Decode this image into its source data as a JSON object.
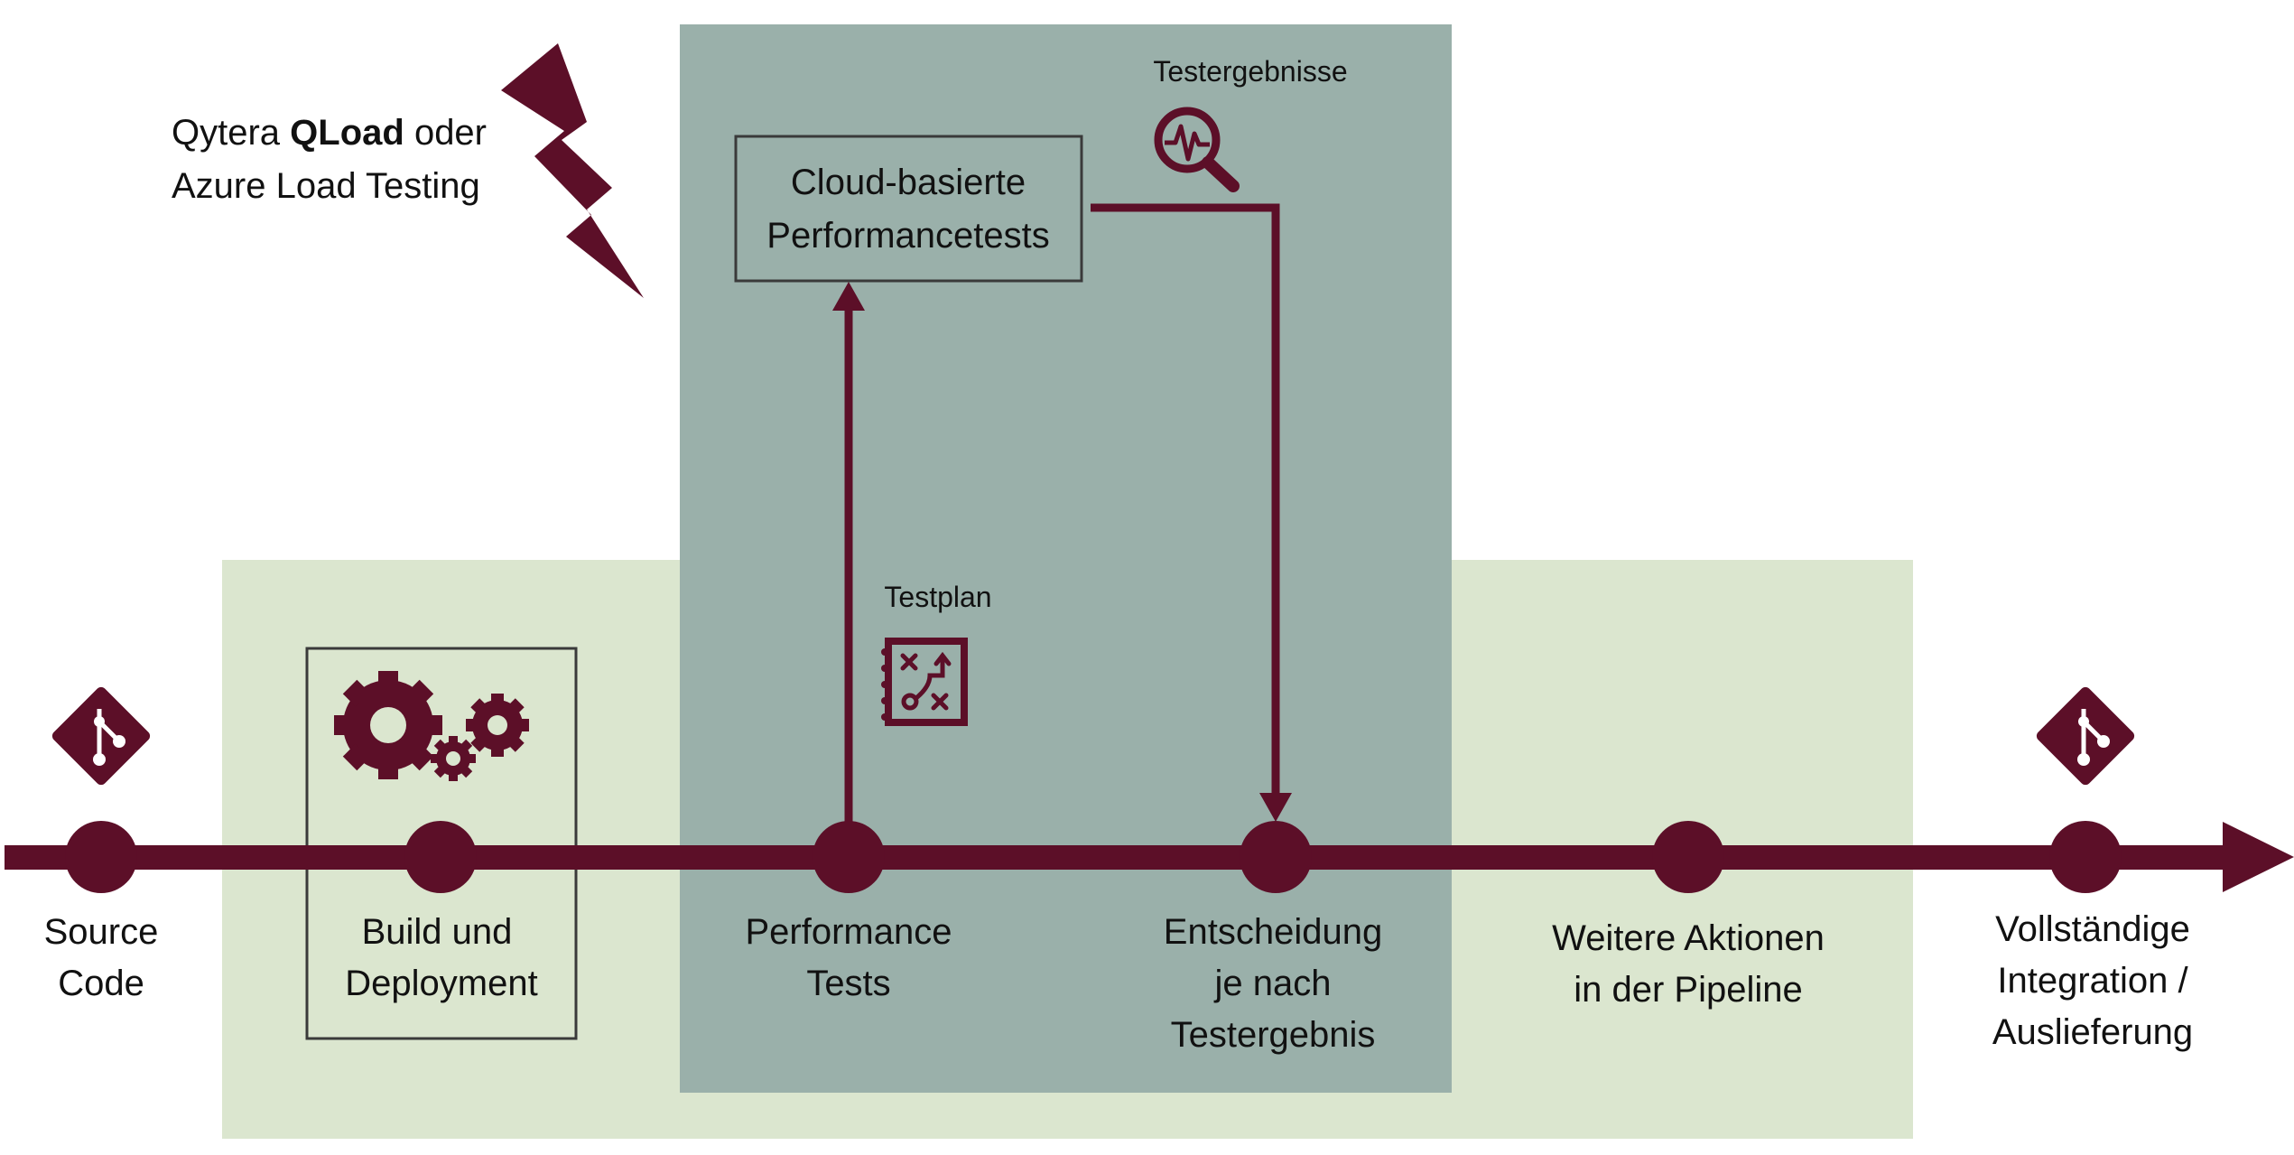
{
  "colors": {
    "maroon": "#5c0f28",
    "light_green": "#dbe6cf",
    "slate_green": "#9ab0aa",
    "box_border": "#3a3a3a",
    "text": "#111111"
  },
  "tool_note": {
    "line1_pre": "Qytera ",
    "line1_bold": "QLoad",
    "line1_post": " oder",
    "line2": "Azure Load Testing"
  },
  "cloud_box": {
    "line1": "Cloud-basierte",
    "line2": "Performancetests"
  },
  "labels": {
    "testergebnisse": "Testergebnisse",
    "testplan": "Testplan"
  },
  "stages": [
    {
      "lines": [
        "Source",
        "Code"
      ],
      "icon": "git-icon"
    },
    {
      "lines": [
        "Build und",
        "Deployment"
      ],
      "icon": "gears-icon"
    },
    {
      "lines": [
        "Performance",
        "Tests"
      ],
      "icon": ""
    },
    {
      "lines": [
        "Entscheidung",
        "je nach",
        "Testergebnis"
      ],
      "icon": ""
    },
    {
      "lines": [
        "Weitere Aktionen",
        "in der Pipeline"
      ],
      "icon": ""
    },
    {
      "lines": [
        "Vollständige",
        "Integration /",
        "Auslieferung"
      ],
      "icon": "git-icon"
    }
  ],
  "icons": [
    "lightning-icon",
    "magnifier-waveform-icon",
    "strategy-plan-icon",
    "gears-icon",
    "git-icon",
    "arrow-right-icon"
  ]
}
